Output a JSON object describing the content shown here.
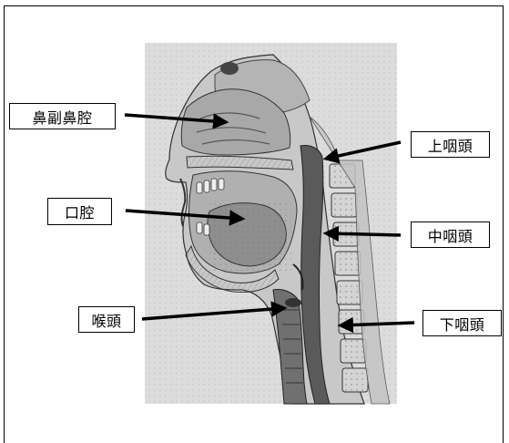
{
  "labels": {
    "paranasal_sinus": "鼻副鼻腔",
    "oral_cavity": "口腔",
    "larynx": "喉頭",
    "nasopharynx": "上咽頭",
    "oropharynx": "中咽頭",
    "hypopharynx": "下咽頭"
  },
  "colors": {
    "border": "#000000",
    "arrow": "#000000"
  }
}
